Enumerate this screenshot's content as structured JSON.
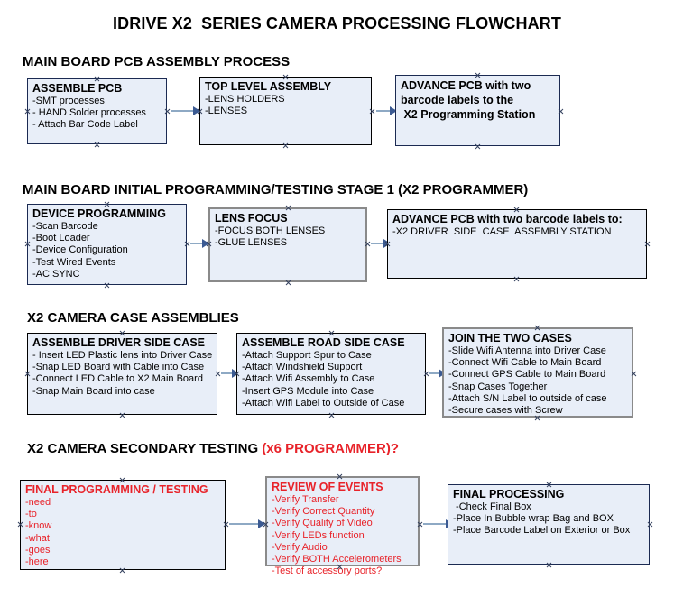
{
  "document": {
    "title": "IDRIVE X2  SERIES CAMERA PROCESSING FLOWCHART"
  },
  "sections": [
    {
      "id": "main-board-pcb-assembly",
      "heading": "MAIN BOARD PCB ASSEMBLY PROCESS",
      "heading_accent": "",
      "nodes": [
        {
          "id": "assemble-pcb",
          "title": "ASSEMBLE PCB",
          "lines": [
            "-SMT processes",
            "- HAND Solder processes",
            "- Attach Bar Code Label"
          ]
        },
        {
          "id": "top-level-assembly",
          "title": "TOP LEVEL ASSEMBLY",
          "lines": [
            "-LENS HOLDERS",
            "-LENSES"
          ]
        },
        {
          "id": "advance-pcb-to-x2-programming-station",
          "title": "ADVANCE PCB with two",
          "lines": [
            "barcode labels to the",
            " X2 Programming Station"
          ]
        }
      ]
    },
    {
      "id": "main-board-initial-programming",
      "heading": "MAIN BOARD INITIAL PROGRAMMING/TESTING STAGE 1 (X2 PROGRAMMER)",
      "heading_accent": "",
      "nodes": [
        {
          "id": "device-programming",
          "title": "DEVICE PROGRAMMING",
          "lines": [
            "-Scan Barcode",
            "-Boot Loader",
            "-Device Configuration",
            "-Test Wired Events",
            "-AC SYNC"
          ]
        },
        {
          "id": "lens-focus",
          "title": "LENS FOCUS",
          "lines": [
            "-FOCUS BOTH LENSES",
            "-GLUE LENSES"
          ]
        },
        {
          "id": "advance-pcb-to-driver-side-case-station",
          "title": "ADVANCE PCB with two barcode labels to:",
          "lines": [
            "-X2 DRIVER  SIDE  CASE  ASSEMBLY STATION"
          ]
        }
      ]
    },
    {
      "id": "x2-camera-case-assemblies",
      "heading": "X2 CAMERA CASE ASSEMBLIES",
      "heading_accent": "",
      "nodes": [
        {
          "id": "assemble-driver-side-case",
          "title": "ASSEMBLE DRIVER SIDE CASE",
          "lines": [
            "- Insert LED Plastic lens into Driver Case",
            "-Snap LED Board with Cable into Case",
            "-Connect LED Cable to X2 Main Board",
            "-Snap Main Board into case"
          ]
        },
        {
          "id": "assemble-road-side-case",
          "title": "ASSEMBLE ROAD SIDE CASE",
          "lines": [
            "-Attach Support Spur to Case",
            "-Attach Windshield Support",
            "-Attach Wifi Assembly to Case",
            "-Insert GPS Module into Case",
            "-Attach Wifi Label to Outside of Case"
          ]
        },
        {
          "id": "join-the-two-cases",
          "title": "JOIN THE TWO CASES",
          "lines": [
            "-Slide Wifi Antenna into Driver Case",
            "-Connect Wifi Cable to Main Board",
            "-Connect GPS Cable to Main Board",
            "-Snap Cases Together",
            "-Attach S/N Label to outside of case",
            "-Secure cases with Screw"
          ]
        }
      ]
    },
    {
      "id": "x2-camera-secondary-testing",
      "heading": "X2 CAMERA SECONDARY TESTING ",
      "heading_accent": "(x6 PROGRAMMER)?",
      "nodes": [
        {
          "id": "final-programming-testing",
          "title": "FINAL PROGRAMMING / TESTING",
          "lines": [
            "-need",
            "-to",
            "-know",
            "-what",
            "-goes",
            "-here"
          ]
        },
        {
          "id": "review-of-events",
          "title": "REVIEW OF EVENTS",
          "lines": [
            "-Verify Transfer",
            "-Verify Correct Quantity",
            "-Verify Quality of Video",
            "-Verify LEDs function",
            "-Verify Audio",
            "-Verify BOTH Accelerometers",
            "-Test of accessory ports?"
          ]
        },
        {
          "id": "final-processing",
          "title": "FINAL PROCESSING",
          "lines": [
            " -Check Final Box",
            "-Place In Bubble wrap Bag and BOX",
            "-Place Barcode Label on Exterior or Box"
          ]
        }
      ]
    }
  ],
  "colors": {
    "box_fill": "#e8eef8",
    "box_border_navy": "#1b2a52",
    "box_border_grey": "#8a8a8a",
    "box_border_black": "#000000",
    "accent_red": "#e8232a",
    "arrow_line": "#8ea9c4",
    "arrow_head": "#3b5a92",
    "text": "#000000"
  }
}
